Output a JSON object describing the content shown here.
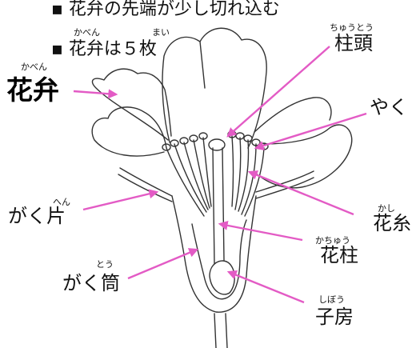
{
  "notes": [
    "▪ 花弁の先端が少し切れ込む",
    "▪ 花弁は５枚"
  ],
  "note_ruby": [
    {
      "text": "かべん"
    },
    {
      "text": "まい"
    }
  ],
  "labels": {
    "petal": {
      "text": "花弁",
      "ruby": "かべん"
    },
    "stigma": {
      "text": "柱頭",
      "ruby": "ちゅうとう"
    },
    "anther": {
      "text": "やく",
      "ruby": ""
    },
    "sepal": {
      "text": "がく片",
      "ruby": "へん"
    },
    "filament": {
      "text": "花糸",
      "ruby": "かし"
    },
    "style": {
      "text": "花柱",
      "ruby": "かちゅう"
    },
    "calyx_tube": {
      "text": "がく筒",
      "ruby": "とう"
    },
    "ovary": {
      "text": "子房",
      "ruby": "しぼう"
    }
  },
  "colors": {
    "arrow": "#e35bc5",
    "line": "#333333",
    "text": "#111111"
  }
}
